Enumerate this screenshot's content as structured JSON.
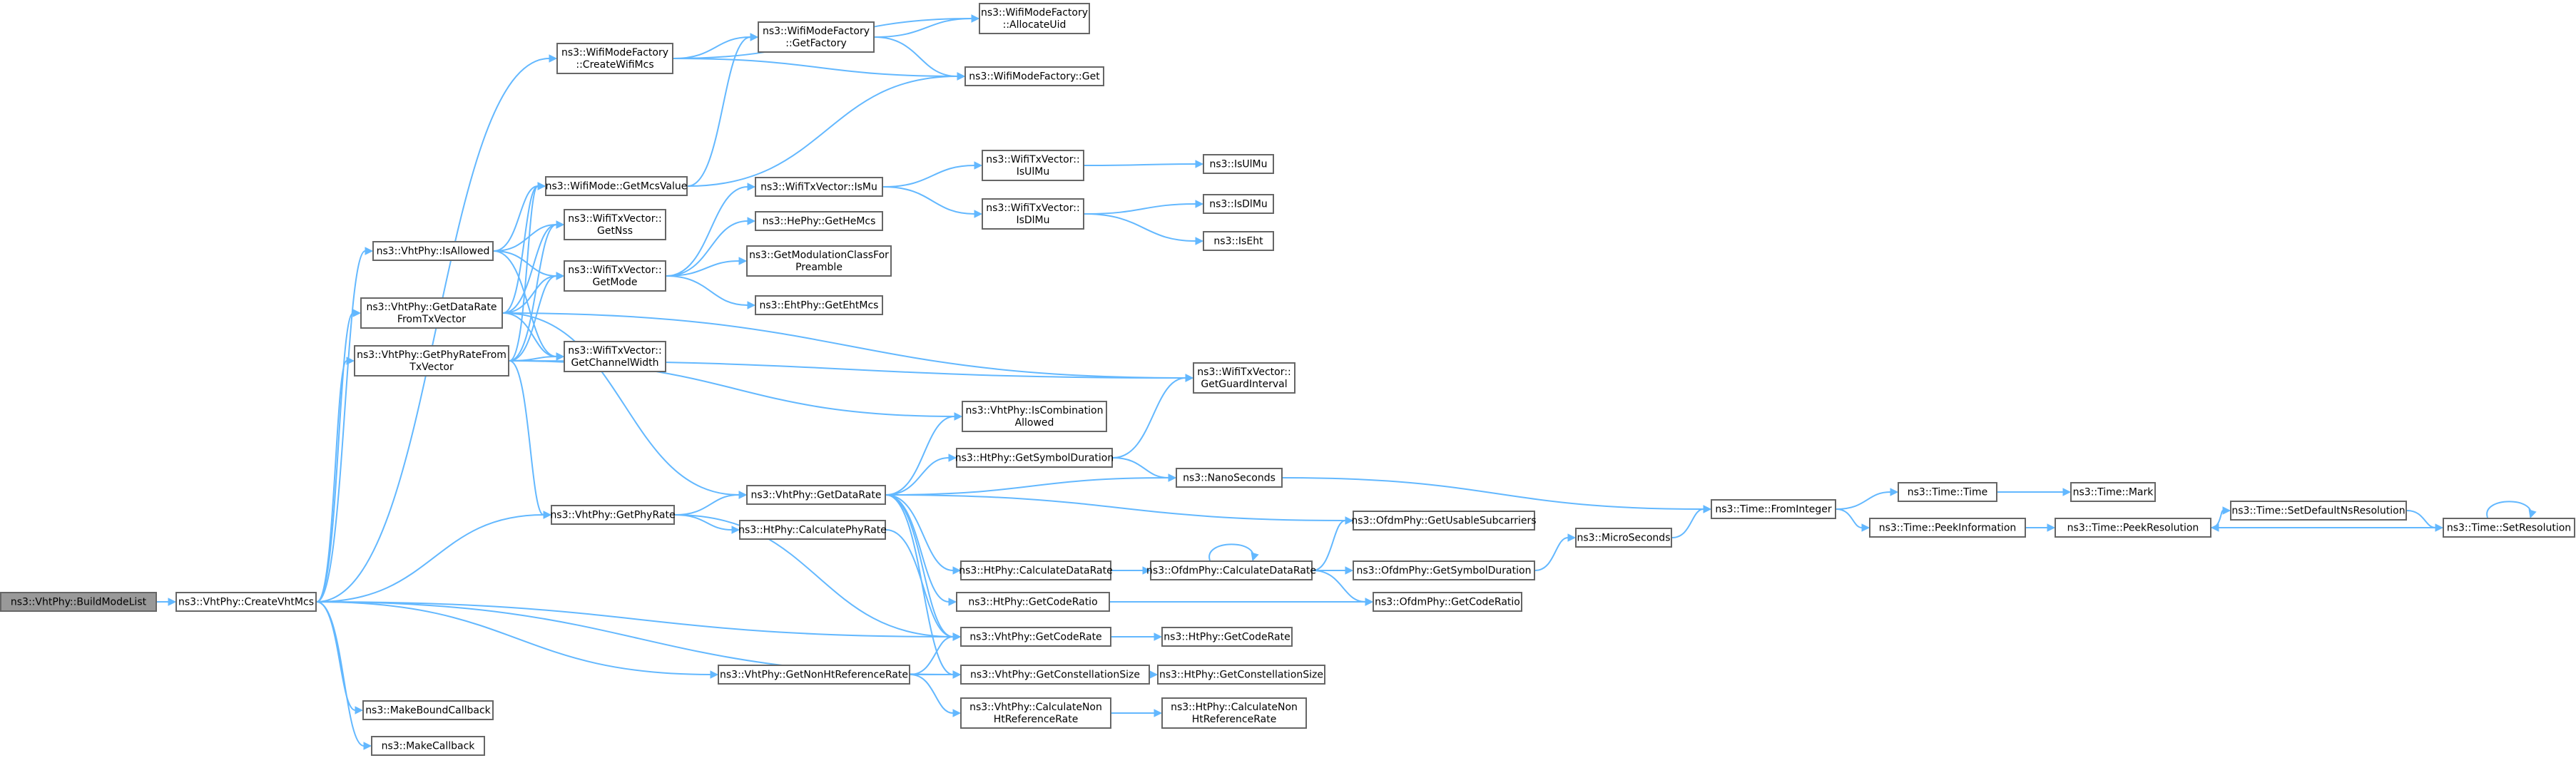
{
  "diagram": {
    "type": "call-graph",
    "colors": {
      "edge": "#63b8ff",
      "node_border": "#666666",
      "root_fill": "#999999",
      "node_fill": "#ffffff"
    },
    "nodes": [
      {
        "id": "n0",
        "lines": [
          "ns3::VhtPhy::BuildModeList"
        ],
        "root": true
      },
      {
        "id": "n1",
        "lines": [
          "ns3::VhtPhy::CreateVhtMcs"
        ]
      },
      {
        "id": "n2",
        "lines": [
          "ns3::WifiModeFactory",
          "::CreateWifiMcs"
        ]
      },
      {
        "id": "n3",
        "lines": [
          "ns3::WifiModeFactory",
          "::AllocateUid"
        ]
      },
      {
        "id": "n4",
        "lines": [
          "ns3::WifiModeFactory",
          "::GetFactory"
        ]
      },
      {
        "id": "n5",
        "lines": [
          "ns3::WifiModeFactory::Get"
        ]
      },
      {
        "id": "n6",
        "lines": [
          "ns3::VhtPhy::IsAllowed"
        ]
      },
      {
        "id": "n7",
        "lines": [
          "ns3::WifiMode::GetMcsValue"
        ]
      },
      {
        "id": "n8",
        "lines": [
          "ns3::WifiTxVector::",
          "GetNss"
        ]
      },
      {
        "id": "n9",
        "lines": [
          "ns3::WifiTxVector::",
          "GetMode"
        ]
      },
      {
        "id": "n10",
        "lines": [
          "ns3::VhtPhy::GetDataRate",
          "FromTxVector"
        ]
      },
      {
        "id": "n11",
        "lines": [
          "ns3::VhtPhy::GetPhyRateFrom",
          "TxVector"
        ]
      },
      {
        "id": "n12",
        "lines": [
          "ns3::WifiTxVector::",
          "GetChannelWidth"
        ]
      },
      {
        "id": "n13",
        "lines": [
          "ns3::WifiTxVector::IsMu"
        ]
      },
      {
        "id": "n14",
        "lines": [
          "ns3::HePhy::GetHeMcs"
        ]
      },
      {
        "id": "n15",
        "lines": [
          "ns3::GetModulationClassFor",
          "Preamble"
        ]
      },
      {
        "id": "n16",
        "lines": [
          "ns3::EhtPhy::GetEhtMcs"
        ]
      },
      {
        "id": "n17",
        "lines": [
          "ns3::WifiTxVector::",
          "IsUlMu"
        ]
      },
      {
        "id": "n18",
        "lines": [
          "ns3::WifiTxVector::",
          "IsDlMu"
        ]
      },
      {
        "id": "n19",
        "lines": [
          "ns3::IsUlMu"
        ]
      },
      {
        "id": "n20",
        "lines": [
          "ns3::IsDlMu"
        ]
      },
      {
        "id": "n21",
        "lines": [
          "ns3::IsEht"
        ]
      },
      {
        "id": "n22",
        "lines": [
          "ns3::WifiTxVector::",
          "GetGuardInterval"
        ]
      },
      {
        "id": "n23",
        "lines": [
          "ns3::VhtPhy::IsCombination",
          "Allowed"
        ]
      },
      {
        "id": "n24",
        "lines": [
          "ns3::HtPhy::GetSymbolDuration"
        ]
      },
      {
        "id": "n25",
        "lines": [
          "ns3::VhtPhy::GetPhyRate"
        ]
      },
      {
        "id": "n26",
        "lines": [
          "ns3::VhtPhy::GetDataRate"
        ]
      },
      {
        "id": "n27",
        "lines": [
          "ns3::NanoSeconds"
        ]
      },
      {
        "id": "n28",
        "lines": [
          "ns3::HtPhy::CalculatePhyRate"
        ]
      },
      {
        "id": "n29",
        "lines": [
          "ns3::OfdmPhy::GetUsableSubcarriers"
        ]
      },
      {
        "id": "n30",
        "lines": [
          "ns3::HtPhy::CalculateDataRate"
        ]
      },
      {
        "id": "n31",
        "lines": [
          "ns3::OfdmPhy::CalculateDataRate"
        ]
      },
      {
        "id": "n32",
        "lines": [
          "ns3::OfdmPhy::GetSymbolDuration"
        ]
      },
      {
        "id": "n33",
        "lines": [
          "ns3::MicroSeconds"
        ]
      },
      {
        "id": "n34",
        "lines": [
          "ns3::Time::FromInteger"
        ]
      },
      {
        "id": "n35",
        "lines": [
          "ns3::Time::Time"
        ]
      },
      {
        "id": "n36",
        "lines": [
          "ns3::Time::Mark"
        ]
      },
      {
        "id": "n37",
        "lines": [
          "ns3::Time::PeekInformation"
        ]
      },
      {
        "id": "n38",
        "lines": [
          "ns3::Time::PeekResolution"
        ]
      },
      {
        "id": "n39",
        "lines": [
          "ns3::Time::SetDefaultNsResolution"
        ]
      },
      {
        "id": "n40",
        "lines": [
          "ns3::Time::SetResolution"
        ]
      },
      {
        "id": "n41",
        "lines": [
          "ns3::HtPhy::GetCodeRatio"
        ]
      },
      {
        "id": "n42",
        "lines": [
          "ns3::OfdmPhy::GetCodeRatio"
        ]
      },
      {
        "id": "n43",
        "lines": [
          "ns3::VhtPhy::GetCodeRate"
        ]
      },
      {
        "id": "n44",
        "lines": [
          "ns3::HtPhy::GetCodeRate"
        ]
      },
      {
        "id": "n45",
        "lines": [
          "ns3::VhtPhy::GetNonHtReferenceRate"
        ]
      },
      {
        "id": "n46",
        "lines": [
          "ns3::VhtPhy::GetConstellationSize"
        ]
      },
      {
        "id": "n47",
        "lines": [
          "ns3::HtPhy::GetConstellationSize"
        ]
      },
      {
        "id": "n48",
        "lines": [
          "ns3::VhtPhy::CalculateNon",
          "HtReferenceRate"
        ]
      },
      {
        "id": "n49",
        "lines": [
          "ns3::HtPhy::CalculateNon",
          "HtReferenceRate"
        ]
      },
      {
        "id": "n50",
        "lines": [
          "ns3::MakeBoundCallback"
        ]
      },
      {
        "id": "n51",
        "lines": [
          "ns3::MakeCallback"
        ]
      }
    ],
    "edges": [
      [
        "n0",
        "n1"
      ],
      [
        "n1",
        "n2"
      ],
      [
        "n1",
        "n6"
      ],
      [
        "n1",
        "n10"
      ],
      [
        "n1",
        "n11"
      ],
      [
        "n1",
        "n25"
      ],
      [
        "n1",
        "n43"
      ],
      [
        "n1",
        "n45"
      ],
      [
        "n1",
        "n46"
      ],
      [
        "n1",
        "n50"
      ],
      [
        "n1",
        "n51"
      ],
      [
        "n2",
        "n3"
      ],
      [
        "n2",
        "n4"
      ],
      [
        "n2",
        "n5"
      ],
      [
        "n4",
        "n3"
      ],
      [
        "n4",
        "n5"
      ],
      [
        "n6",
        "n7"
      ],
      [
        "n6",
        "n8"
      ],
      [
        "n6",
        "n9"
      ],
      [
        "n6",
        "n12"
      ],
      [
        "n7",
        "n4"
      ],
      [
        "n7",
        "n5"
      ],
      [
        "n10",
        "n7"
      ],
      [
        "n10",
        "n8"
      ],
      [
        "n10",
        "n9"
      ],
      [
        "n10",
        "n12"
      ],
      [
        "n10",
        "n22"
      ],
      [
        "n10",
        "n26"
      ],
      [
        "n11",
        "n7"
      ],
      [
        "n11",
        "n8"
      ],
      [
        "n11",
        "n9"
      ],
      [
        "n11",
        "n12"
      ],
      [
        "n11",
        "n22"
      ],
      [
        "n11",
        "n23"
      ],
      [
        "n11",
        "n25"
      ],
      [
        "n9",
        "n13"
      ],
      [
        "n9",
        "n14"
      ],
      [
        "n9",
        "n15"
      ],
      [
        "n9",
        "n16"
      ],
      [
        "n13",
        "n17"
      ],
      [
        "n13",
        "n18"
      ],
      [
        "n17",
        "n19"
      ],
      [
        "n18",
        "n20"
      ],
      [
        "n18",
        "n21"
      ],
      [
        "n25",
        "n26"
      ],
      [
        "n25",
        "n28"
      ],
      [
        "n25",
        "n43"
      ],
      [
        "n26",
        "n23"
      ],
      [
        "n26",
        "n24"
      ],
      [
        "n26",
        "n27"
      ],
      [
        "n26",
        "n29"
      ],
      [
        "n26",
        "n30"
      ],
      [
        "n26",
        "n41"
      ],
      [
        "n26",
        "n43"
      ],
      [
        "n26",
        "n46"
      ],
      [
        "n24",
        "n22"
      ],
      [
        "n24",
        "n27"
      ],
      [
        "n27",
        "n34"
      ],
      [
        "n28",
        "n43"
      ],
      [
        "n30",
        "n31"
      ],
      [
        "n31",
        "n31"
      ],
      [
        "n31",
        "n29"
      ],
      [
        "n31",
        "n32"
      ],
      [
        "n31",
        "n42"
      ],
      [
        "n32",
        "n33"
      ],
      [
        "n33",
        "n34"
      ],
      [
        "n34",
        "n35"
      ],
      [
        "n34",
        "n37"
      ],
      [
        "n35",
        "n36"
      ],
      [
        "n37",
        "n38"
      ],
      [
        "n38",
        "n39"
      ],
      [
        "n39",
        "n40"
      ],
      [
        "n40",
        "n40"
      ],
      [
        "n40",
        "n38"
      ],
      [
        "n41",
        "n42"
      ],
      [
        "n43",
        "n44"
      ],
      [
        "n45",
        "n43"
      ],
      [
        "n45",
        "n46"
      ],
      [
        "n45",
        "n48"
      ],
      [
        "n46",
        "n47"
      ],
      [
        "n48",
        "n49"
      ]
    ]
  }
}
